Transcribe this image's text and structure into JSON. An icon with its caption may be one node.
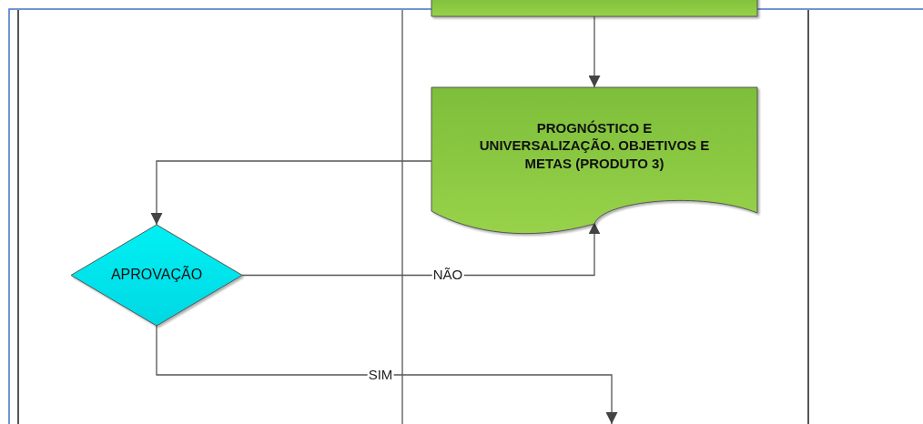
{
  "diagram": {
    "nodes": [
      {
        "text": [],
        "shape": "box"
      },
      {
        "text": [
          "PROGNÓSTICO E UNIVERSALIZAÇÃO. OBJETIVOS E METAS (PRODUTO 3)"
        ]
      },
      {
        "text": [
          "APROVAÇÃO"
        ]
      }
    ],
    "edges": [
      {
        "from": 0,
        "to": 1,
        "arrow": "to"
      },
      {
        "from": 1,
        "to": 2,
        "arrow": "to"
      },
      {
        "from": 2,
        "to": 1,
        "label": "NÃO",
        "arrow": "to"
      },
      {
        "from": 2,
        "to": null,
        "label": "SIM",
        "arrow": "to"
      }
    ]
  }
}
